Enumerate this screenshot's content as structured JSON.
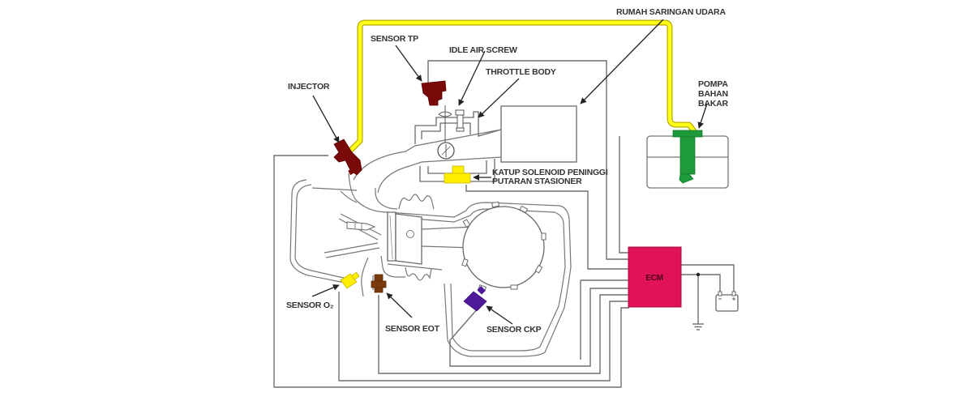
{
  "diagram": {
    "title": "Fuel injection system schematic",
    "labels": {
      "air_filter": "RUMAH SARINGAN UDARA",
      "sensor_tp": "SENSOR TP",
      "idle_air_screw": "IDLE AIR SCREW",
      "throttle_body": "THROTTLE BODY",
      "injector": "INJECTOR",
      "fuel_pump_line1": "POMPA",
      "fuel_pump_line2": "BAHAN",
      "fuel_pump_line3": "BAKAR",
      "idle_solenoid_line1": "KATUP SOLENOID PENINGGI",
      "idle_solenoid_line2": "PUTARAN STASIONER",
      "ecm": "ECM",
      "sensor_o2": "SENSOR O₂",
      "sensor_eot": "SENSOR EOT",
      "sensor_ckp": "SENSOR CKP"
    },
    "components": [
      {
        "id": "injector",
        "color": "#7a0a0a"
      },
      {
        "id": "sensor_tp",
        "color": "#7a0a0a"
      },
      {
        "id": "idle_solenoid",
        "color": "#ffee00"
      },
      {
        "id": "fuel_pump",
        "color": "#1f9a3a"
      },
      {
        "id": "ecm",
        "color": "#e0125a"
      },
      {
        "id": "sensor_o2",
        "color": "#ffee00"
      },
      {
        "id": "sensor_eot",
        "color": "#7a3a0e"
      },
      {
        "id": "sensor_ckp",
        "color": "#4f1a9a"
      },
      {
        "id": "battery",
        "color": "#ffffff"
      }
    ],
    "fuel_line_color": "#ffff1a"
  }
}
